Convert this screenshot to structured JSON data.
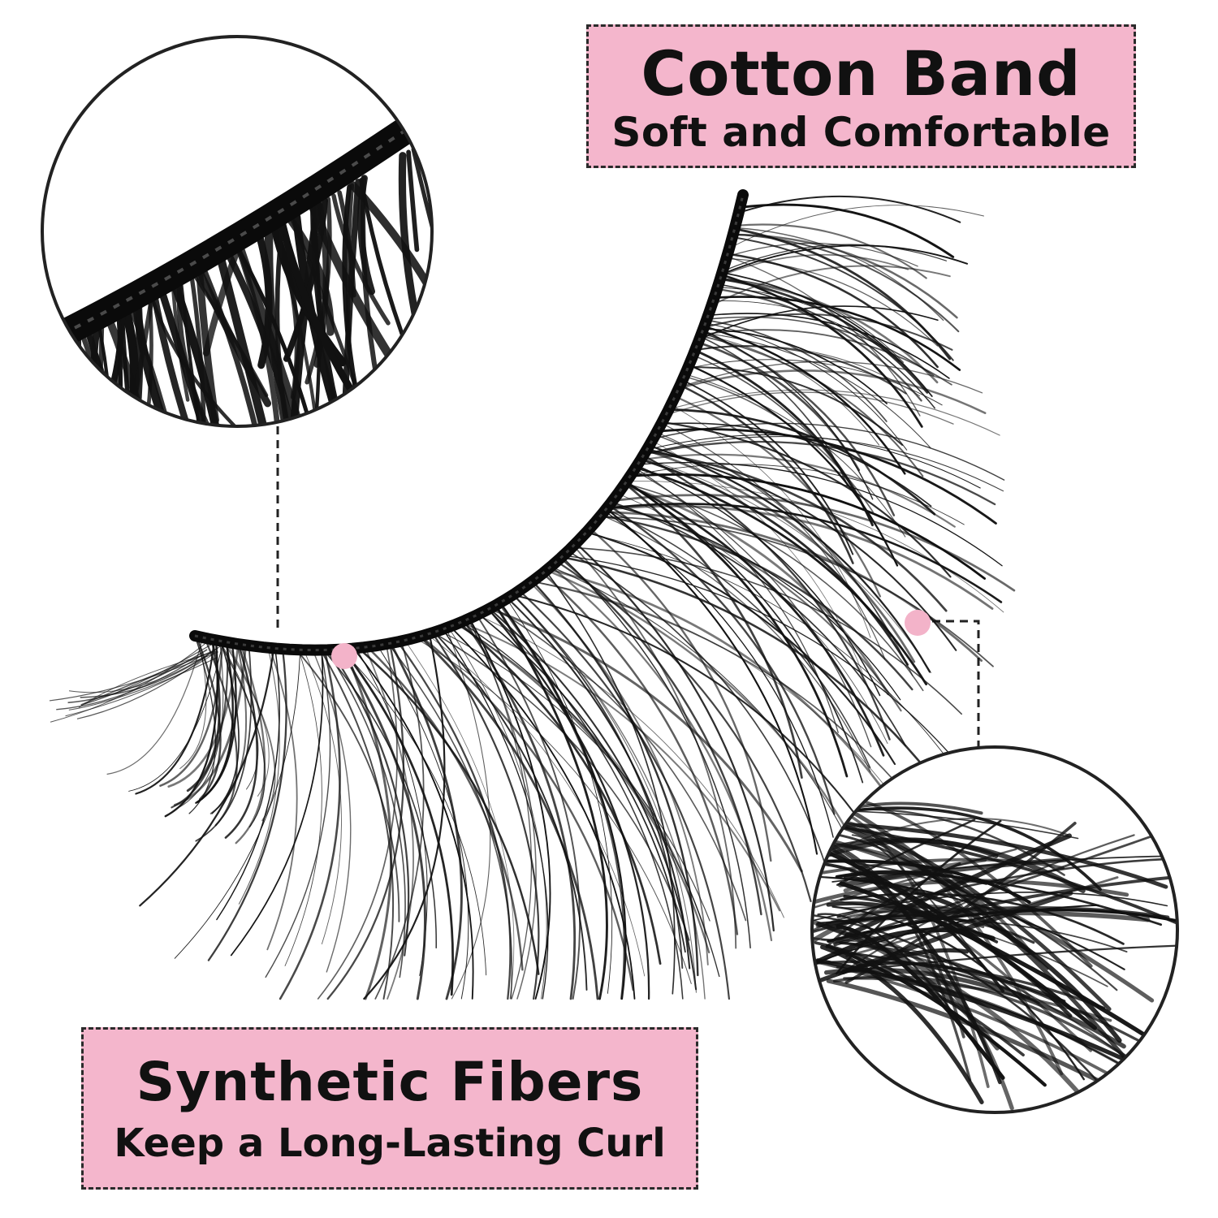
{
  "colors": {
    "background": "#ffffff",
    "label_fill": "#f4b6cc",
    "marker_pink": "#f3b3c9",
    "lash_black": "#111111",
    "outline": "#222222"
  },
  "callouts": {
    "band": {
      "title": "Cotton Band",
      "subtitle": "Soft and Comfortable"
    },
    "fibers": {
      "title": "Synthetic Fibers",
      "subtitle": "Keep a Long-Lasting Curl"
    }
  },
  "images": {
    "main": "false-eyelash-strip",
    "zoom_band": "magnified-lash-band",
    "zoom_fibers": "magnified-lash-fibers"
  }
}
